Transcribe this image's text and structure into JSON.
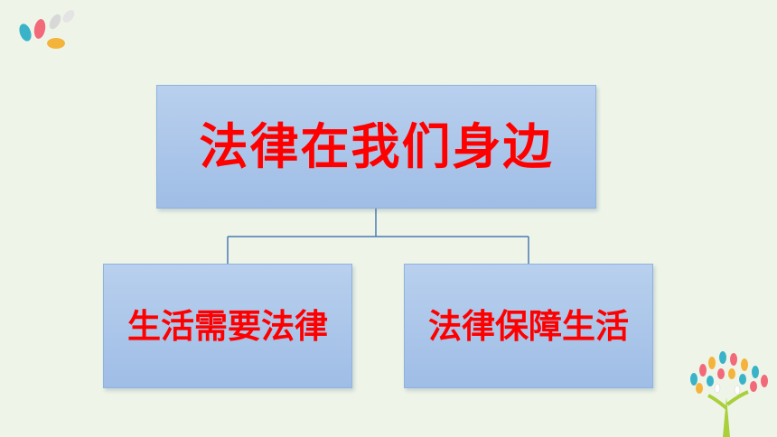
{
  "diagram": {
    "root": {
      "label": "法律在我们身边"
    },
    "children": [
      {
        "label": "生活需要法律"
      },
      {
        "label": "法律保障生活"
      }
    ]
  },
  "colors": {
    "background": "#eef5e8",
    "box_fill": "#a9c5ea",
    "box_border": "#8fb3dd",
    "label_text": "#ff0000",
    "connector": "#4a7ab3"
  },
  "decorations": {
    "top_left": "petal-cluster-icon",
    "bottom_right": "decorative-tree-icon"
  }
}
